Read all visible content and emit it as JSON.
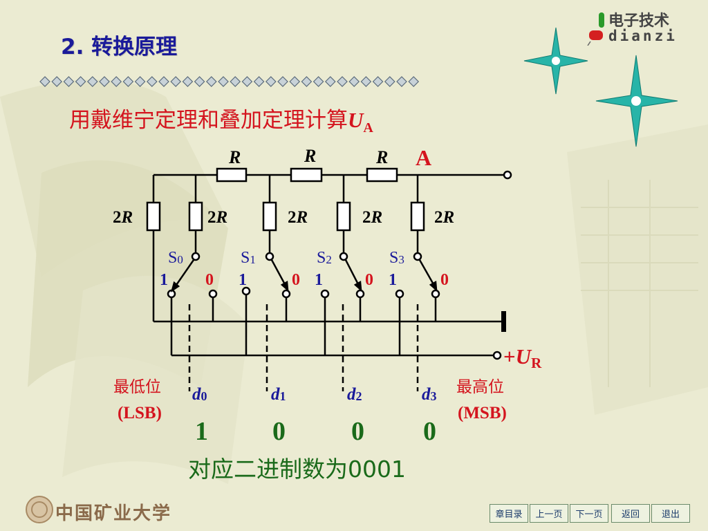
{
  "slide": {
    "title": "2. 转换原理",
    "subtitle_prefix": "用戴维宁定理和叠加定理计算",
    "subtitle_var": "U",
    "subtitle_sub": "A"
  },
  "circuit": {
    "resistor_series": "R",
    "resistor_shunt_num": "2",
    "resistor_shunt_var": "R",
    "node_label": "A",
    "switches": [
      {
        "name": "S",
        "sub": "0",
        "pos1": "1",
        "pos0": "0"
      },
      {
        "name": "S",
        "sub": "1",
        "pos1": "1",
        "pos0": "0"
      },
      {
        "name": "S",
        "sub": "2",
        "pos1": "1",
        "pos0": "0"
      },
      {
        "name": "S",
        "sub": "3",
        "pos1": "1",
        "pos0": "0"
      }
    ],
    "ref_plus": "+",
    "ref_var": "U",
    "ref_sub": "R",
    "bits": [
      {
        "name": "d",
        "sub": "0",
        "value": "1"
      },
      {
        "name": "d",
        "sub": "1",
        "value": "0"
      },
      {
        "name": "d",
        "sub": "2",
        "value": "0"
      },
      {
        "name": "d",
        "sub": "3",
        "value": "0"
      }
    ]
  },
  "labels": {
    "lsb_cn": "最低位",
    "lsb_en": "(LSB)",
    "msb_cn": "最高位",
    "msb_en": "(MSB)",
    "conclusion": "对应二进制数为0001"
  },
  "logo": {
    "cn": "电子技术",
    "en": "dianzi"
  },
  "university": "中国矿业大学",
  "nav": {
    "chapter": "章目录",
    "prev": "上一页",
    "next": "下一页",
    "back": "返回",
    "exit": "退出"
  },
  "colors": {
    "title": "#1a1a9a",
    "highlight": "#d4141e",
    "switch_label": "#1a1a9a",
    "bits": "#1a6a1a"
  }
}
